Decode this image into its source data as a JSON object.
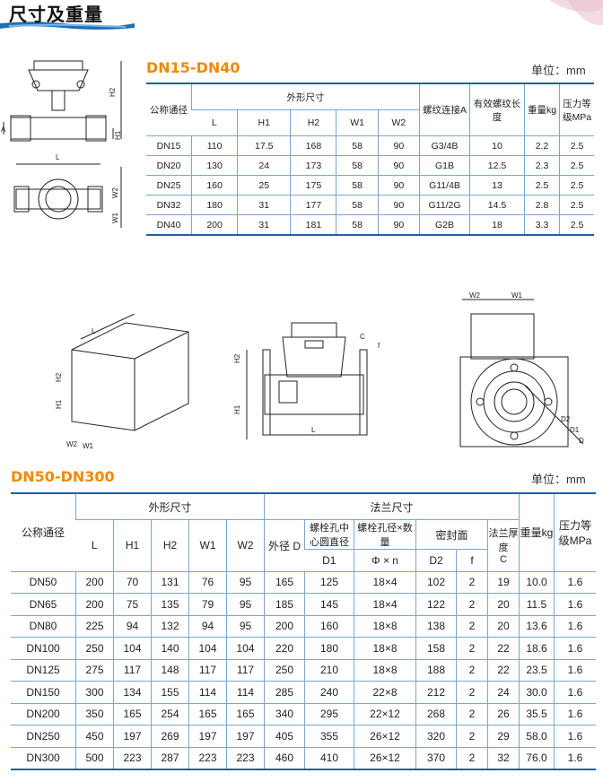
{
  "header": {
    "title": "尺寸及重量"
  },
  "section1": {
    "title": "DN15-DN40",
    "unit": "单位：mm",
    "headers": {
      "nominal": "公称通径",
      "outer": "外形尺寸",
      "L": "L",
      "H1": "H1",
      "H2": "H2",
      "W1": "W1",
      "W2": "W2",
      "thread": "螺纹连接A",
      "thread_len": "有效螺纹长度",
      "weight": "重量kg",
      "pressure": "压力等级MPa"
    },
    "rows": [
      [
        "DN15",
        "110",
        "17.5",
        "168",
        "58",
        "90",
        "G3/4B",
        "10",
        "2.2",
        "2.5"
      ],
      [
        "DN20",
        "130",
        "24",
        "173",
        "58",
        "90",
        "G1B",
        "12.5",
        "2.3",
        "2.5"
      ],
      [
        "DN25",
        "160",
        "25",
        "175",
        "58",
        "90",
        "G11/4B",
        "13",
        "2.5",
        "2.5"
      ],
      [
        "DN32",
        "180",
        "31",
        "177",
        "58",
        "90",
        "G11/2G",
        "14.5",
        "2.8",
        "2.5"
      ],
      [
        "DN40",
        "200",
        "31",
        "181",
        "58",
        "90",
        "G2B",
        "18",
        "3.3",
        "2.5"
      ]
    ]
  },
  "diagram_labels": {
    "H2": "H2",
    "H1": "H1",
    "A": "A",
    "L": "L",
    "W1": "W1",
    "W2": "W2",
    "C": "C",
    "f": "f",
    "D1": "D1",
    "D2": "D2",
    "D": "D"
  },
  "section2": {
    "title": "DN50-DN300",
    "unit": "单位：mm",
    "headers": {
      "nominal": "公称通径",
      "outer": "外形尺寸",
      "flange": "法兰尺寸",
      "L": "L",
      "H1": "H1",
      "H2": "H2",
      "W1": "W1",
      "W2": "W2",
      "outer_d": "外径 D",
      "bolt_circle": "螺栓孔中心圆直径",
      "bolt_circle_sym": "D1",
      "bolt_hole": "螺栓孔径×数量",
      "bolt_hole_sym": "Φ × n",
      "seal": "密封面",
      "D2": "D2",
      "f": "f",
      "flange_thick": "法兰厚度",
      "flange_thick_sym": "C",
      "weight": "重量kg",
      "pressure": "压力等级MPa"
    },
    "rows": [
      [
        "DN50",
        "200",
        "70",
        "131",
        "76",
        "95",
        "165",
        "125",
        "18×4",
        "102",
        "2",
        "19",
        "10.0",
        "1.6"
      ],
      [
        "DN65",
        "200",
        "75",
        "135",
        "79",
        "95",
        "185",
        "145",
        "18×4",
        "122",
        "2",
        "20",
        "11.5",
        "1.6"
      ],
      [
        "DN80",
        "225",
        "94",
        "132",
        "94",
        "95",
        "200",
        "160",
        "18×8",
        "138",
        "2",
        "20",
        "13.6",
        "1.6"
      ],
      [
        "DN100",
        "250",
        "104",
        "140",
        "104",
        "104",
        "220",
        "180",
        "18×8",
        "158",
        "2",
        "22",
        "18.6",
        "1.6"
      ],
      [
        "DN125",
        "275",
        "117",
        "148",
        "117",
        "117",
        "250",
        "210",
        "18×8",
        "188",
        "2",
        "22",
        "23.5",
        "1.6"
      ],
      [
        "DN150",
        "300",
        "134",
        "155",
        "114",
        "114",
        "285",
        "240",
        "22×8",
        "212",
        "2",
        "24",
        "30.0",
        "1.6"
      ],
      [
        "DN200",
        "350",
        "165",
        "254",
        "165",
        "165",
        "340",
        "295",
        "22×12",
        "268",
        "2",
        "26",
        "35.5",
        "1.6"
      ],
      [
        "DN250",
        "450",
        "197",
        "269",
        "197",
        "197",
        "405",
        "355",
        "26×12",
        "320",
        "2",
        "29",
        "58.0",
        "1.6"
      ],
      [
        "DN300",
        "500",
        "223",
        "287",
        "223",
        "223",
        "460",
        "410",
        "26×12",
        "370",
        "2",
        "32",
        "76.0",
        "1.6"
      ]
    ]
  }
}
